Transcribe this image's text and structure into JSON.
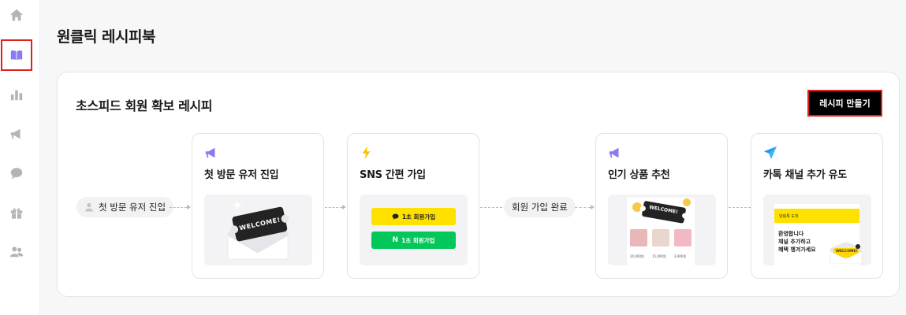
{
  "page": {
    "title": "원클릭 레시피북"
  },
  "sidebar": {
    "items": [
      {
        "name": "home-icon"
      },
      {
        "name": "book-icon",
        "active": true
      },
      {
        "name": "bar-chart-icon"
      },
      {
        "name": "megaphone-icon"
      },
      {
        "name": "chat-bubble-icon"
      },
      {
        "name": "gift-icon"
      },
      {
        "name": "users-icon"
      }
    ]
  },
  "recipe": {
    "title": "초스피드 회원 확보 레시피",
    "create_button": "레시피 만들기",
    "start_pill": "첫 방문 유저 진입",
    "mid_pill": "회원 가입 완료",
    "steps": [
      {
        "title": "첫 방문 유저 진입",
        "icon": "megaphone-icon",
        "preview": {
          "ticket_text": "WELCOME!"
        }
      },
      {
        "title": "SNS 간편 가입",
        "icon": "lightning-icon",
        "preview": {
          "kakao_label": "1초 회원가입",
          "naver_label": "1초 회원가입",
          "naver_letter": "N"
        }
      },
      {
        "title": "인기 상품 추천",
        "icon": "megaphone-icon",
        "preview": {
          "ticket_text": "WELCOME!",
          "prices": [
            "20,000원",
            "15,000원",
            "3,900원"
          ]
        }
      },
      {
        "title": "카톡 채널 추가 유도",
        "icon": "paper-plane-icon",
        "preview": {
          "bar_text": "알림톡 도착",
          "message_lines": [
            "환영합니다",
            "채널 추가하고",
            "혜택 챙겨가세요"
          ],
          "ticket_text": "WELCOME!"
        }
      }
    ]
  },
  "colors": {
    "accent": "#e0201c",
    "brand_purple": "#8b7bf0",
    "kakao_yellow": "#ffe100",
    "naver_green": "#03c75a"
  }
}
